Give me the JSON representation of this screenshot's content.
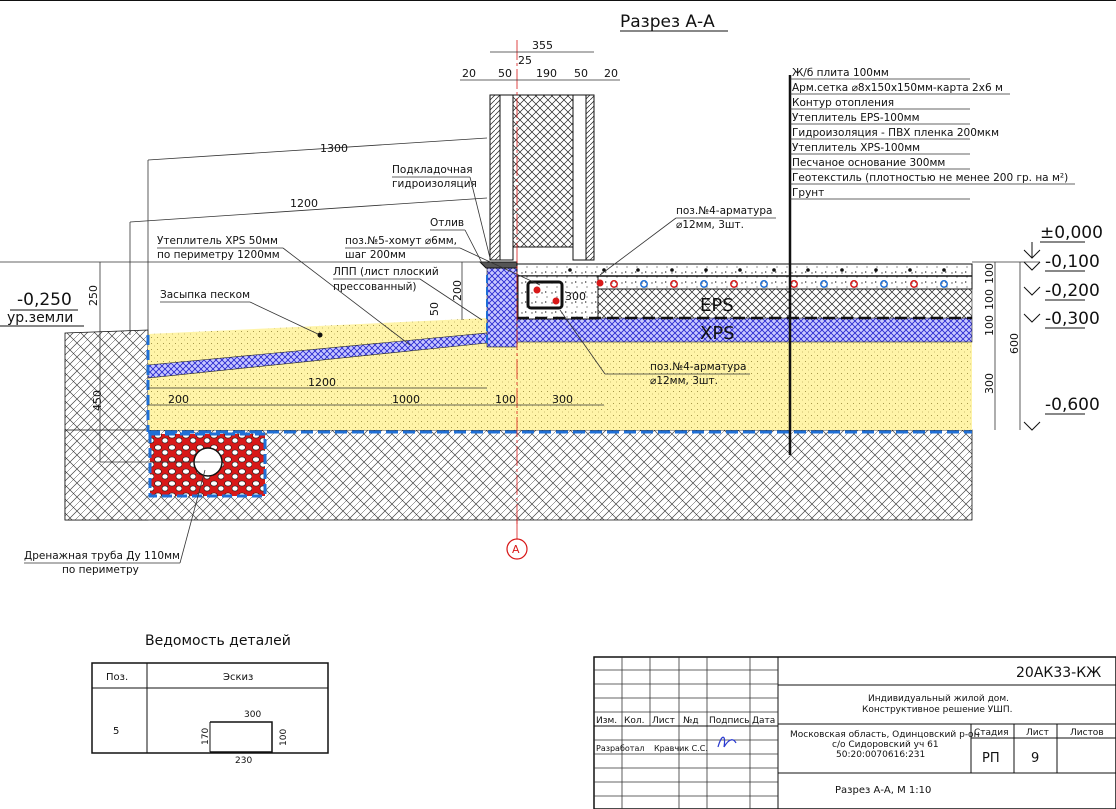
{
  "title": "Разрез А-А",
  "layers": [
    "Ж/б плита 100мм",
    "Арм.сетка ⌀8x150x150мм-карта 2х6 м",
    "Контур отопления",
    "Утеплитель EPS-100мм",
    "Гидроизоляция - ПВХ пленка 200мкм",
    "Утеплитель XPS-100мм",
    "Песчаное основание 300мм",
    "Геотекстиль (плотностью не менее 200 гр. на м²)",
    "Грунт"
  ],
  "levels": {
    "zero": "±0,000",
    "m100": "-0,100",
    "m200": "-0,200",
    "m300": "-0,300",
    "m600": "-0,600",
    "ground": "-0,250",
    "ground_label": "ур.земли"
  },
  "callouts": {
    "podkl": [
      "Подкладочная",
      "гидроизоляция"
    ],
    "otliv": "Отлив",
    "xps50": [
      "Утеплитель XPS 50мм",
      "по периметру 1200мм"
    ],
    "hom": [
      "поз.№5-хомут ⌀6мм,",
      "шаг 200мм"
    ],
    "lpp": [
      "ЛПП (лист плоский",
      "прессованный)"
    ],
    "zasypka": "Засыпка песком",
    "arm_top": [
      "поз.№4-арматура",
      "⌀12мм, 3шт."
    ],
    "arm_bot": [
      "поз.№4-арматура",
      "⌀12мм, 3шт."
    ],
    "drain": [
      "Дренажная труба Ду 110мм",
      "по периметру"
    ]
  },
  "material_labels": {
    "eps": "EPS",
    "xps": "XPS"
  },
  "dims": {
    "d355": "355",
    "d25": "25",
    "d20a": "20",
    "d50a": "50",
    "d190": "190",
    "d50b": "50",
    "d20b": "20",
    "d1300": "1300",
    "d1200top": "1200",
    "d250": "250",
    "d200v": "200",
    "d50v": "50",
    "d300beam": "300",
    "d1200bot": "1200",
    "d200": "200",
    "d1000": "1000",
    "d100": "100",
    "d300": "300",
    "d450": "450",
    "v100a": "100",
    "v100b": "100",
    "v100c": "100",
    "v600": "600",
    "v300": "300"
  },
  "axis_label": "А",
  "table": {
    "title": "Ведомость деталей",
    "col1": "Поз.",
    "col2": "Эскиз",
    "row_pos": "5",
    "sk300": "300",
    "sk170": "170",
    "sk230": "230",
    "sk100": "100"
  },
  "stamp": {
    "code": "20АК33-КЖ",
    "project": [
      "Индивидуальный жилой дом.",
      "Конструктивное решение УШП."
    ],
    "hdr_izm": "Изм.",
    "hdr_kol": "Кол.",
    "hdr_list": "Лист",
    "hdr_nd": "№д",
    "hdr_podp": "Подпись",
    "hdr_data": "Дата",
    "razrab": "Разработал",
    "author": "Кравчик С.С.",
    "address": [
      "Московская область, Одинцовский р-он",
      "с/о Сидоровский уч 61",
      "50:20:0070616:231"
    ],
    "stadia_h": "Стадия",
    "list_h": "Лист",
    "listov_h": "Листов",
    "stadia": "РП",
    "list": "9",
    "sheet_name": "Разрез А-А, М 1:10"
  },
  "colors": {
    "sand": "#fff4a8",
    "xps": "#3b3bdc",
    "gravel": "#d81818",
    "geotextile": "#1f6fd6"
  }
}
